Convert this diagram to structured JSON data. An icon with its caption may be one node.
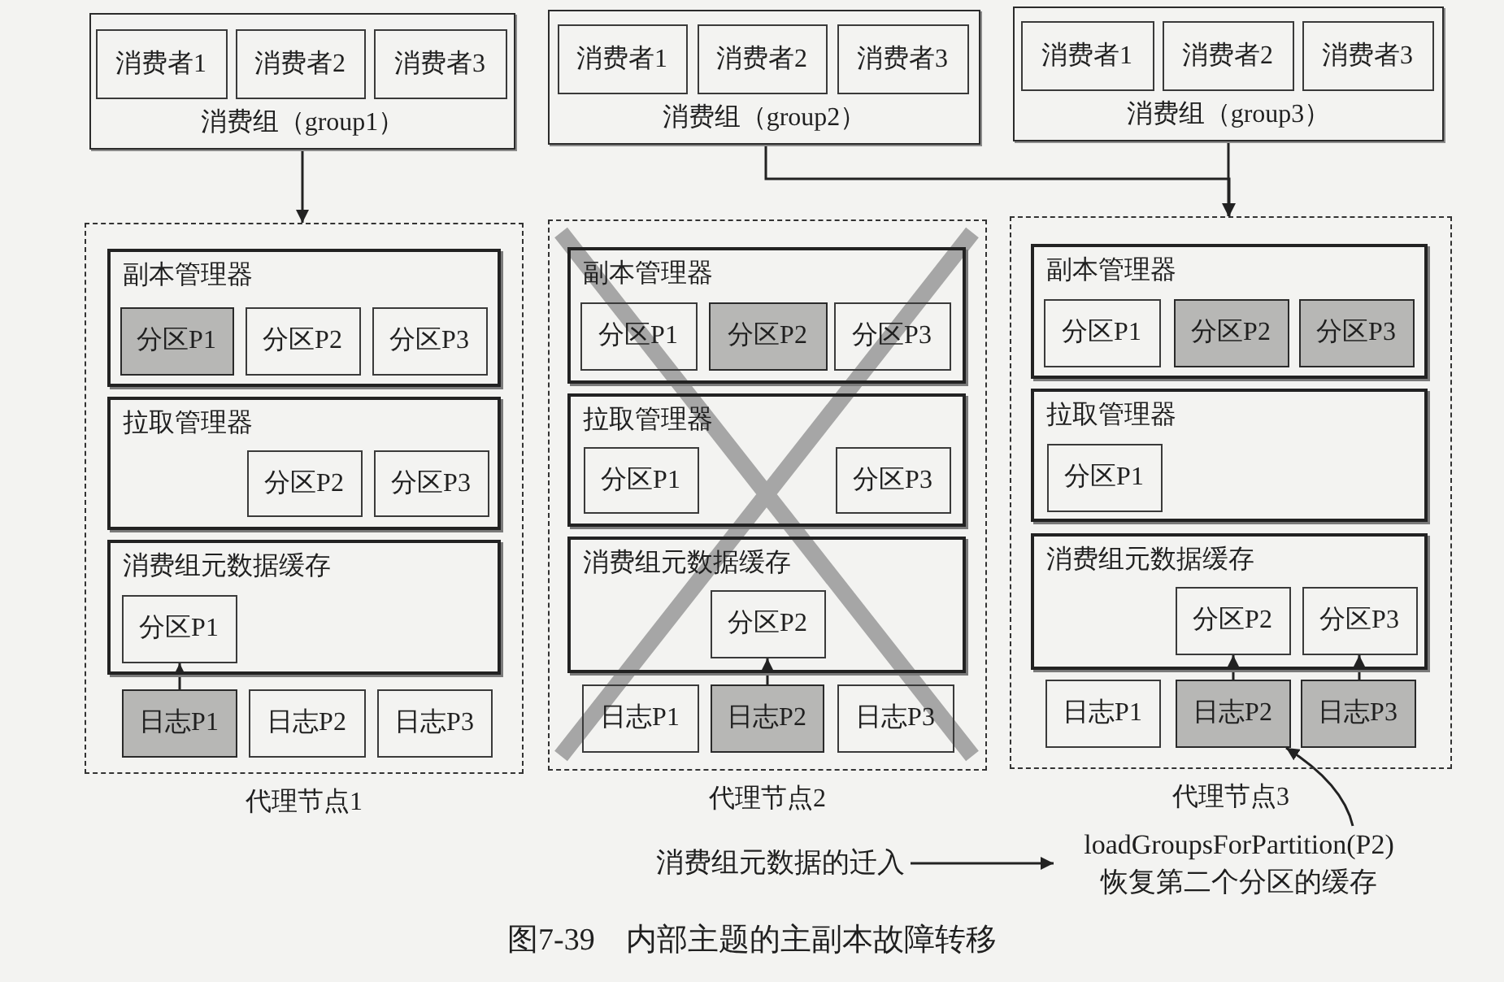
{
  "diagram": {
    "caption": "图7-39　内部主题的主副本故障转移",
    "nodes": [
      {
        "text": [
          "消费组（group1）"
        ]
      },
      {
        "text": [
          "消费者1"
        ],
        "in": 0
      },
      {
        "text": [
          "消费者2"
        ],
        "in": 0
      },
      {
        "text": [
          "消费者3"
        ],
        "in": 0
      },
      {
        "text": [
          "消费组（group2）"
        ]
      },
      {
        "text": [
          "消费者1"
        ],
        "in": 4
      },
      {
        "text": [
          "消费者2"
        ],
        "in": 4
      },
      {
        "text": [
          "消费者3"
        ],
        "in": 4
      },
      {
        "text": [
          "消费组（group3）"
        ]
      },
      {
        "text": [
          "消费者1"
        ],
        "in": 8
      },
      {
        "text": [
          "消费者2"
        ],
        "in": 8
      },
      {
        "text": [
          "消费者3"
        ],
        "in": 8
      },
      {
        "text": [
          "代理节点1"
        ]
      },
      {
        "text": [
          "副本管理器"
        ],
        "in": 12
      },
      {
        "text": [
          "分区P1"
        ],
        "in": 13
      },
      {
        "text": [
          "分区P2"
        ],
        "in": 13
      },
      {
        "text": [
          "分区P3"
        ],
        "in": 13
      },
      {
        "text": [
          "拉取管理器"
        ],
        "in": 12
      },
      {
        "text": [
          "分区P2"
        ],
        "in": 17
      },
      {
        "text": [
          "分区P3"
        ],
        "in": 17
      },
      {
        "text": [
          "消费组元数据缓存"
        ],
        "in": 12
      },
      {
        "text": [
          "分区P1"
        ],
        "in": 20
      },
      {
        "text": [
          "日志P1"
        ],
        "in": 12
      },
      {
        "text": [
          "日志P2"
        ],
        "in": 12
      },
      {
        "text": [
          "日志P3"
        ],
        "in": 12
      },
      {
        "text": [
          "代理节点2"
        ]
      },
      {
        "text": [
          "副本管理器"
        ],
        "in": 25
      },
      {
        "text": [
          "分区P1"
        ],
        "in": 26
      },
      {
        "text": [
          "分区P2"
        ],
        "in": 26
      },
      {
        "text": [
          "分区P3"
        ],
        "in": 26
      },
      {
        "text": [
          "拉取管理器"
        ],
        "in": 25
      },
      {
        "text": [
          "分区P1"
        ],
        "in": 30
      },
      {
        "text": [
          "分区P3"
        ],
        "in": 30
      },
      {
        "text": [
          "消费组元数据缓存"
        ],
        "in": 25
      },
      {
        "text": [
          "分区P2"
        ],
        "in": 33
      },
      {
        "text": [
          "日志P1"
        ],
        "in": 25
      },
      {
        "text": [
          "日志P2"
        ],
        "in": 25
      },
      {
        "text": [
          "日志P3"
        ],
        "in": 25
      },
      {
        "text": [
          "代理节点3"
        ]
      },
      {
        "text": [
          "副本管理器"
        ],
        "in": 38
      },
      {
        "text": [
          "分区P1"
        ],
        "in": 39
      },
      {
        "text": [
          "分区P2"
        ],
        "in": 39
      },
      {
        "text": [
          "分区P3"
        ],
        "in": 39
      },
      {
        "text": [
          "拉取管理器"
        ],
        "in": 38
      },
      {
        "text": [
          "分区P1"
        ],
        "in": 43
      },
      {
        "text": [
          "消费组元数据缓存"
        ],
        "in": 38
      },
      {
        "text": [
          "分区P2"
        ],
        "in": 45
      },
      {
        "text": [
          "分区P3"
        ],
        "in": 45
      },
      {
        "text": [
          "日志P1"
        ],
        "in": 38
      },
      {
        "text": [
          "日志P2"
        ],
        "in": 38
      },
      {
        "text": [
          "日志P3"
        ],
        "in": 38
      },
      {
        "text": [
          "消费组元数据的迁入"
        ]
      },
      {
        "text": [
          "loadGroupsForPartition(P2)",
          "恢复第二个分区的缓存"
        ]
      }
    ],
    "edges": [
      {
        "from": 0,
        "to": 12,
        "arrow": "to"
      },
      {
        "from": 4,
        "to": 38,
        "arrow": "to"
      },
      {
        "from": 8,
        "to": 38,
        "arrow": "to"
      },
      {
        "from": 22,
        "to": 21,
        "arrow": "to"
      },
      {
        "from": 36,
        "to": 34,
        "arrow": "to"
      },
      {
        "from": 49,
        "to": 46,
        "arrow": "to"
      },
      {
        "from": 50,
        "to": 47,
        "arrow": "to"
      },
      {
        "from": 51,
        "to": 52,
        "arrow": "to"
      },
      {
        "from": 52,
        "to": 49,
        "arrow": "to"
      }
    ]
  }
}
